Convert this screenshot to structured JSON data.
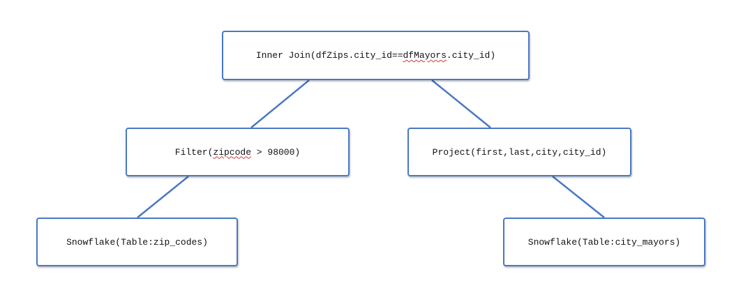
{
  "diagram": {
    "nodes": {
      "join": {
        "parts": [
          "Inner Join(dfZips.city_id==",
          "dfMayors",
          ".city_id)"
        ]
      },
      "filter": {
        "parts": [
          "Filter(",
          "zipcode",
          " > 98000)"
        ]
      },
      "project": {
        "label": "Project(first,last,city,city_id)"
      },
      "zip_codes": {
        "label": "Snowflake(Table:zip_codes)"
      },
      "city_mayors": {
        "label": "Snowflake(Table:city_mayors)"
      }
    },
    "edges": [
      {
        "from": "join",
        "to": "filter"
      },
      {
        "from": "join",
        "to": "project"
      },
      {
        "from": "filter",
        "to": "zip_codes"
      },
      {
        "from": "project",
        "to": "city_mayors"
      }
    ],
    "colors": {
      "border": "#4a77c4",
      "edge": "#4a77c4",
      "spellcheck": "#d23a3a"
    }
  }
}
